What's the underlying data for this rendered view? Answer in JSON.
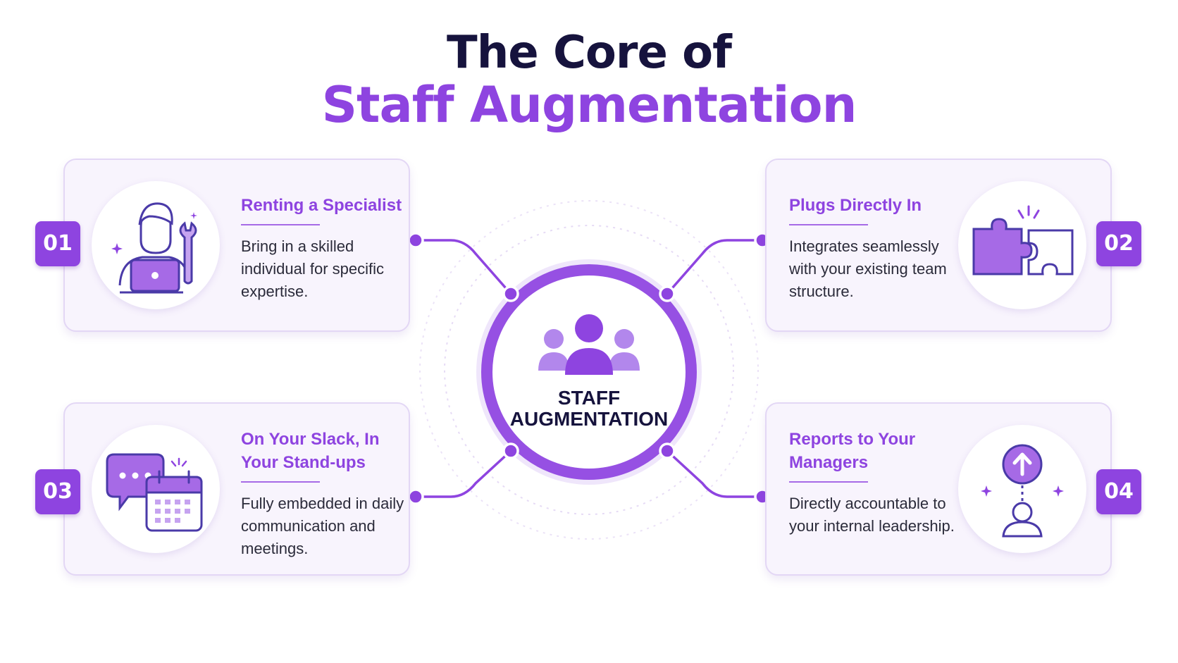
{
  "title": {
    "line1": "The Core of",
    "line2": "Staff Augmentation"
  },
  "hub": {
    "line1": "STAFF",
    "line2": "AUGMENTATION"
  },
  "items": [
    {
      "number": "01",
      "heading": "Renting a Specialist",
      "description": "Bring in a skilled individual for specific expertise."
    },
    {
      "number": "02",
      "heading": "Plugs Directly In",
      "description": "Integrates seamlessly with your existing team structure."
    },
    {
      "number": "03",
      "heading": "On Your Slack, In Your Stand-ups",
      "description": "Fully embedded in daily communication and meetings."
    },
    {
      "number": "04",
      "heading": "Reports to Your Managers",
      "description": "Directly accountable to your internal leadership."
    }
  ],
  "colors": {
    "accent": "#8e44e0",
    "dark": "#16133d",
    "card_background": "#f8f4fd",
    "card_border": "#e3d7f5"
  }
}
